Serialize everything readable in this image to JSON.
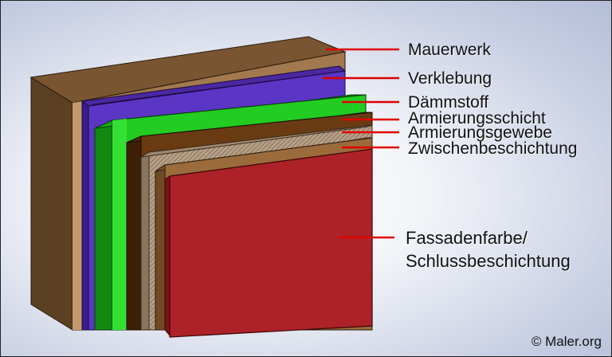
{
  "labels": {
    "mauerwerk": "Mauerwerk",
    "verklebung": "Verklebung",
    "daemmstoff": "Dämmstoff",
    "armierungsschicht": "Armierungsschicht",
    "armierungsgewebe": "Armierungsgewebe",
    "zwischenbeschichtung": "Zwischenbeschichtung",
    "fassadenfarbe_line1": "Fassadenfarbe/",
    "fassadenfarbe_line2": "Schlussbeschichtung"
  },
  "copyright": "© Maler.org",
  "colors": {
    "mauerwerk": "#a2784e",
    "verklebung": "#5b35c4",
    "daemmstoff": "#22cc22",
    "armierungsschicht": "#6a3b12",
    "armierungsgewebe": "#b39a80",
    "zwischenbeschichtung": "#9b6b3c",
    "fassadenfarbe": "#ad2228",
    "leader_line": "#e00000"
  }
}
